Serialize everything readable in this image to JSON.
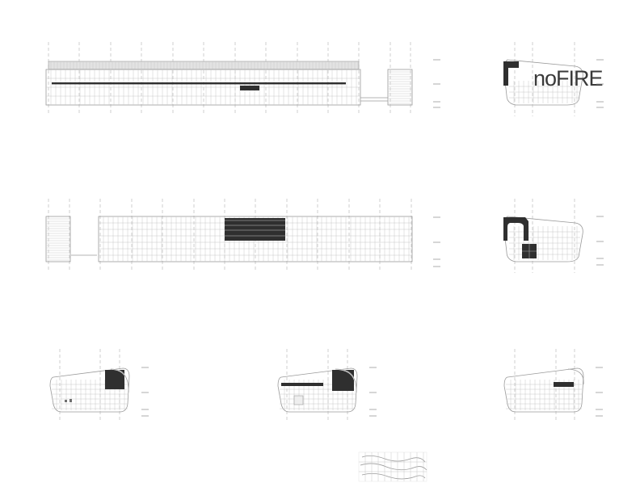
{
  "drawing_sheet": {
    "views": [
      {
        "id": "elevation-long-a"
      },
      {
        "id": "elevation-end-a",
        "signage_text": "noFIRE"
      },
      {
        "id": "elevation-long-b"
      },
      {
        "id": "elevation-end-b"
      },
      {
        "id": "section-1"
      },
      {
        "id": "section-2"
      },
      {
        "id": "section-3"
      },
      {
        "id": "key-plan"
      }
    ]
  }
}
